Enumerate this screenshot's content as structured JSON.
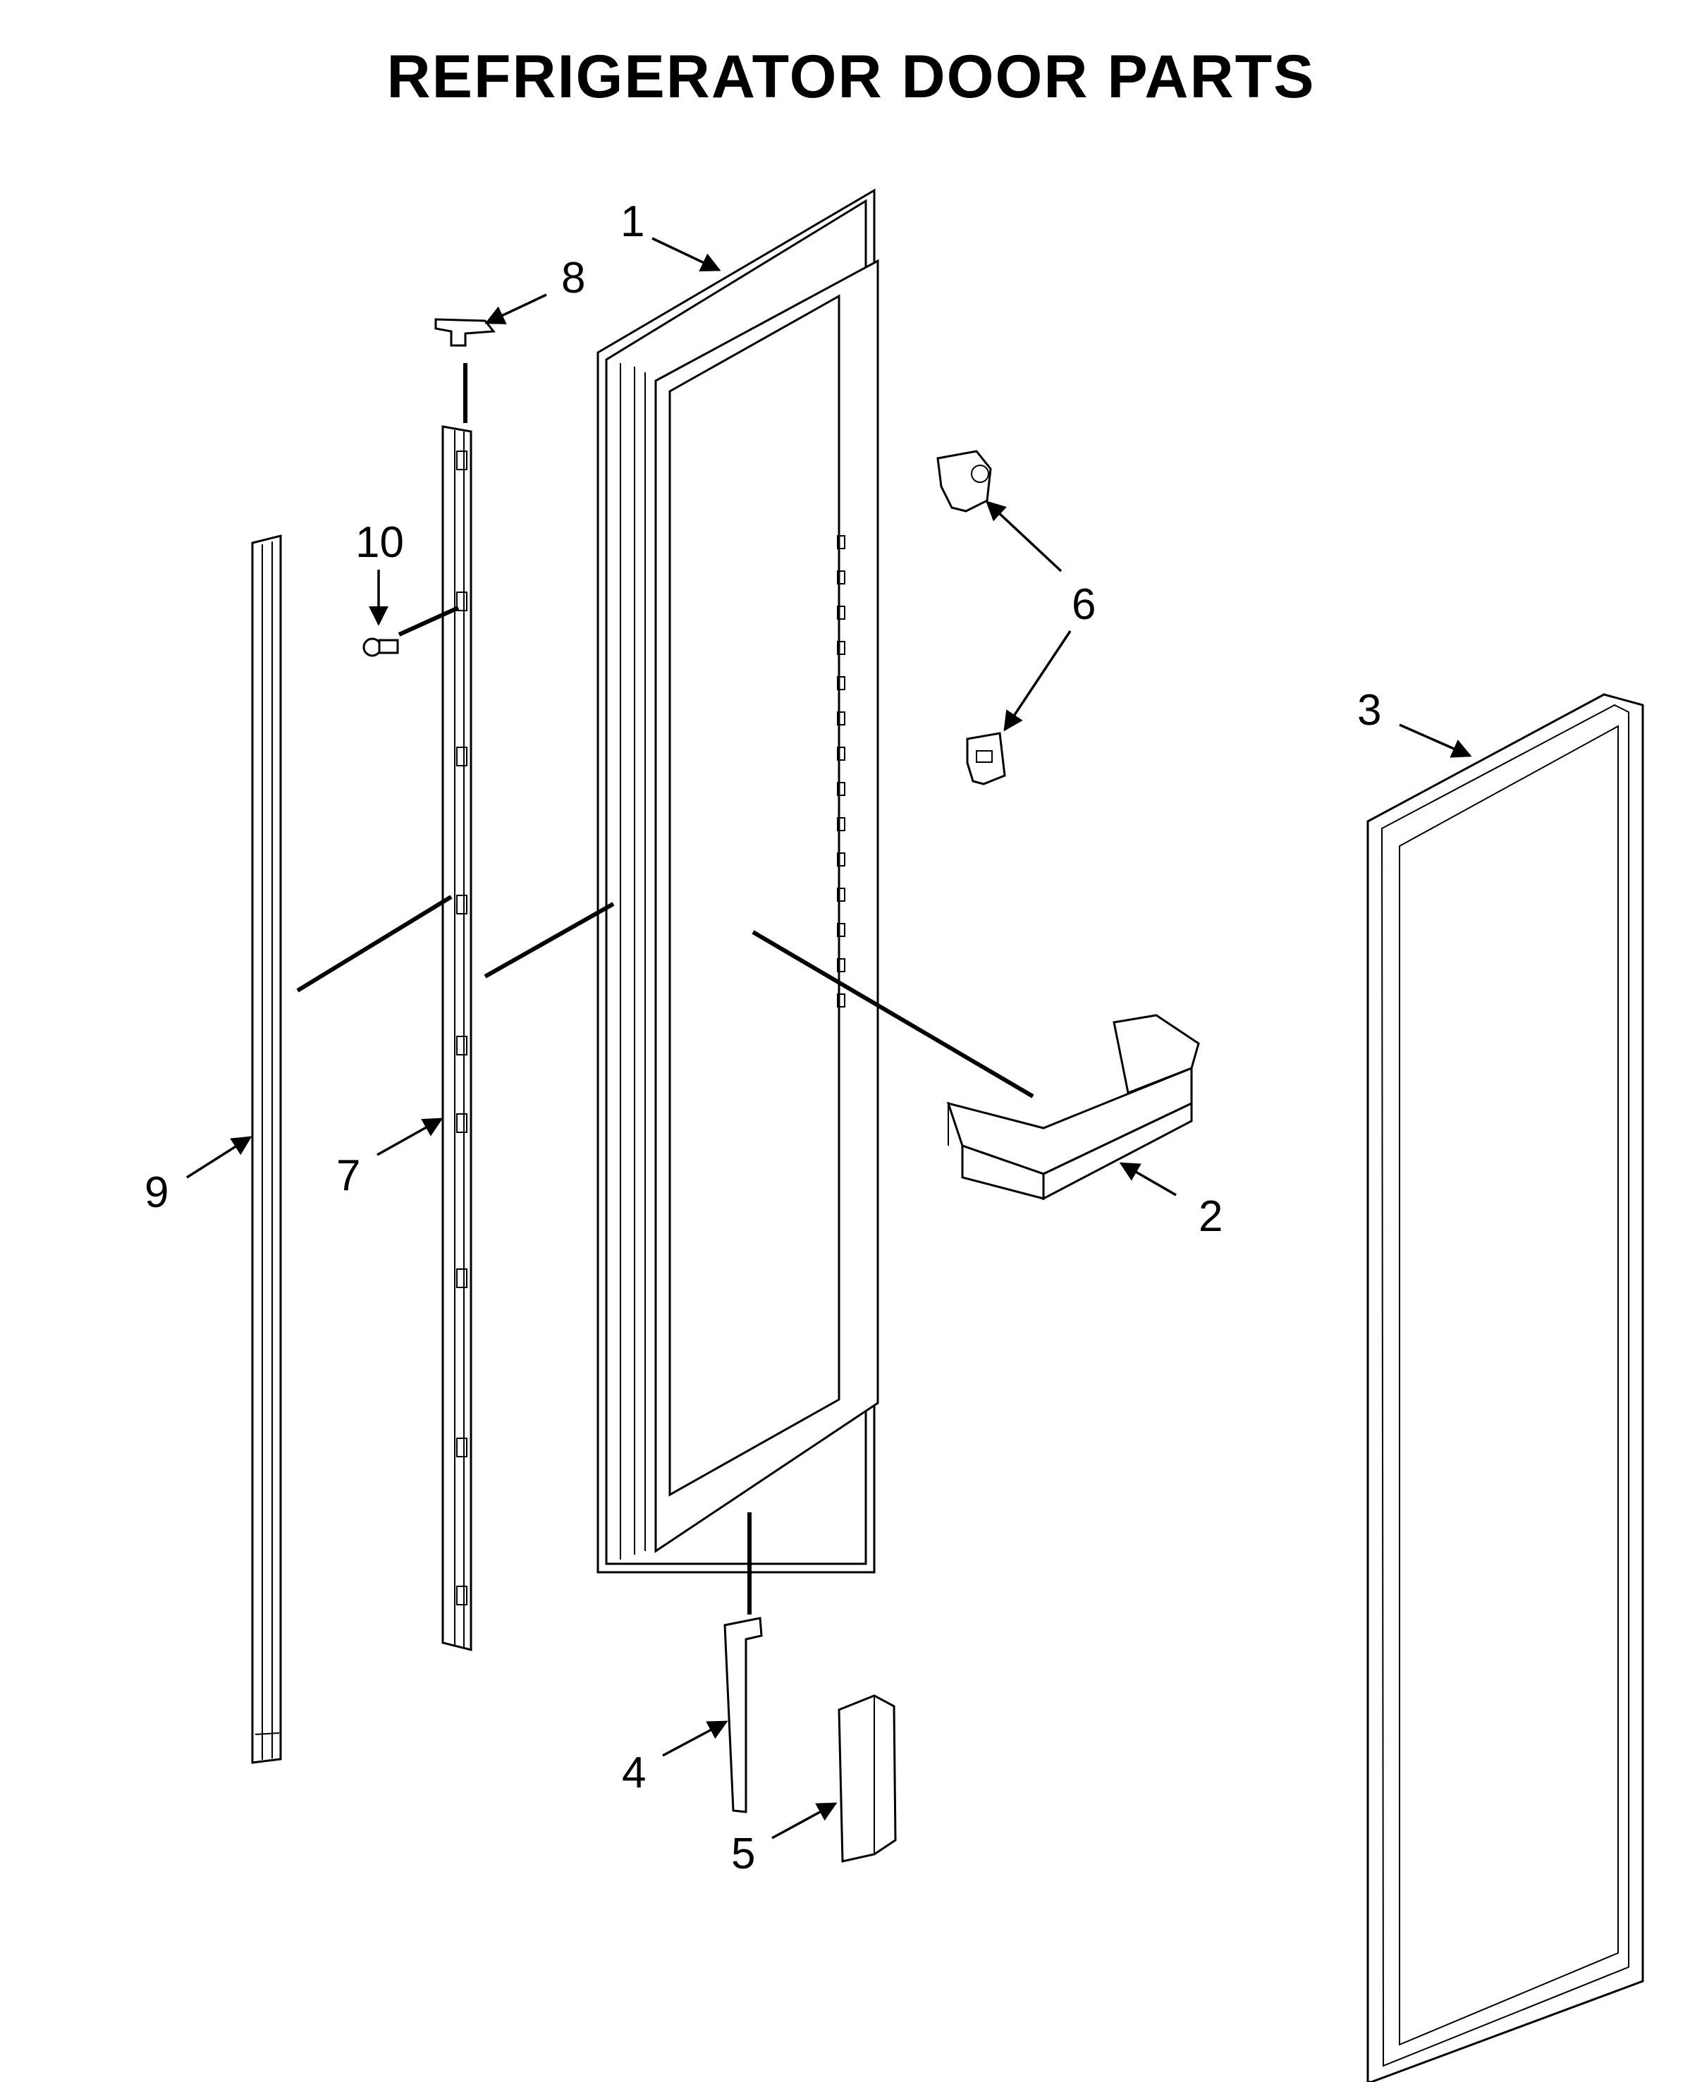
{
  "title": "REFRIGERATOR DOOR PARTS",
  "callouts": [
    "1",
    "2",
    "3",
    "4",
    "5",
    "6",
    "7",
    "8",
    "9",
    "10"
  ]
}
